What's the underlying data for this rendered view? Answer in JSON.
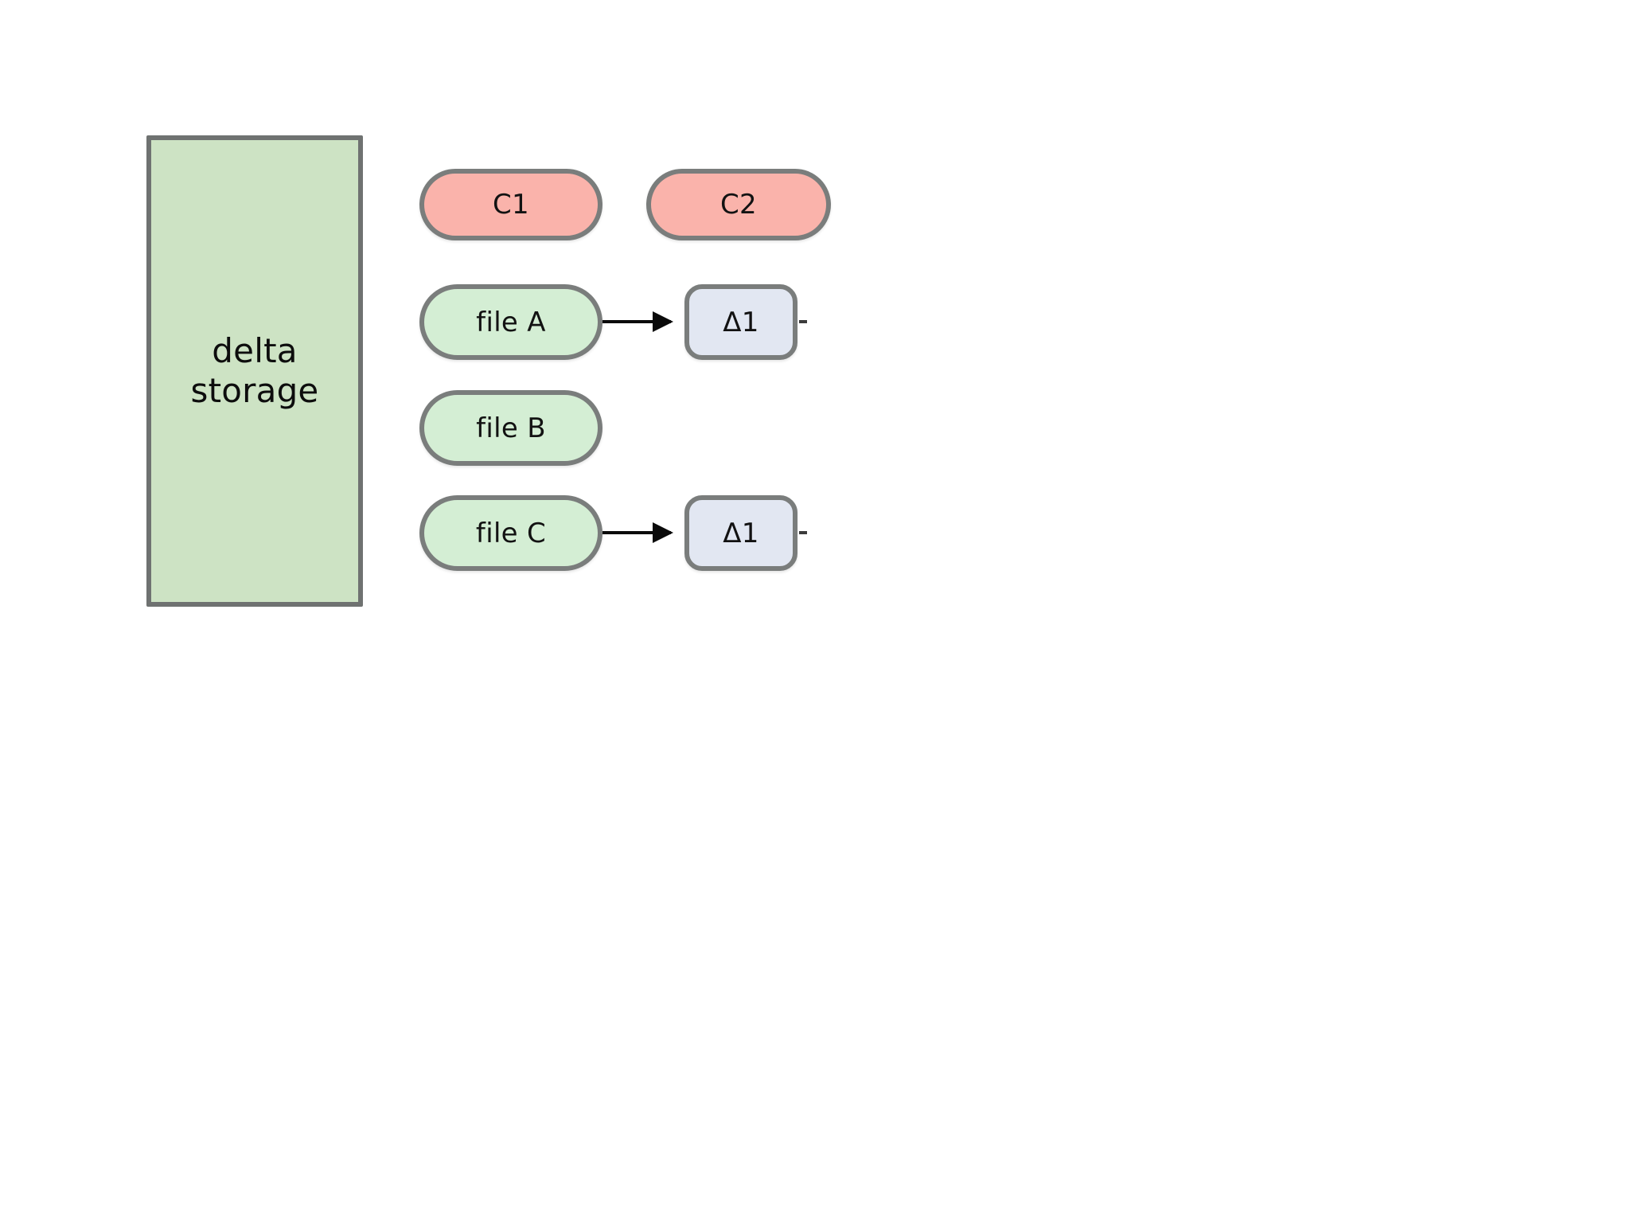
{
  "diagram": {
    "background_color": "#ffffff",
    "storage": {
      "label": "delta\nstorage",
      "fill_color": "#cde3c4",
      "border_color": "#6f7271"
    },
    "nodes": [
      {
        "id": "c1",
        "label": "C1",
        "kind": "commit",
        "shape": "pill",
        "fill_color": "#fab3ab"
      },
      {
        "id": "c2",
        "label": "C2",
        "kind": "commit",
        "shape": "pill",
        "fill_color": "#fab3ab"
      },
      {
        "id": "fileA",
        "label": "file A",
        "kind": "file",
        "shape": "pill",
        "fill_color": "#d4eed4"
      },
      {
        "id": "deltaA1",
        "label": "Δ1",
        "kind": "delta",
        "shape": "rounded",
        "fill_color": "#e2e7f2"
      },
      {
        "id": "fileB",
        "label": "file B",
        "kind": "file",
        "shape": "pill",
        "fill_color": "#d4eed4"
      },
      {
        "id": "fileC",
        "label": "file C",
        "kind": "file",
        "shape": "pill",
        "fill_color": "#d4eed4"
      },
      {
        "id": "deltaC1",
        "label": "Δ1",
        "kind": "delta",
        "shape": "rounded",
        "fill_color": "#e2e7f2"
      }
    ],
    "edges": [
      {
        "from": "fileA",
        "to": "deltaA1",
        "style": "solid-arrow"
      },
      {
        "from": "fileC",
        "to": "deltaC1",
        "style": "solid-arrow"
      }
    ]
  }
}
